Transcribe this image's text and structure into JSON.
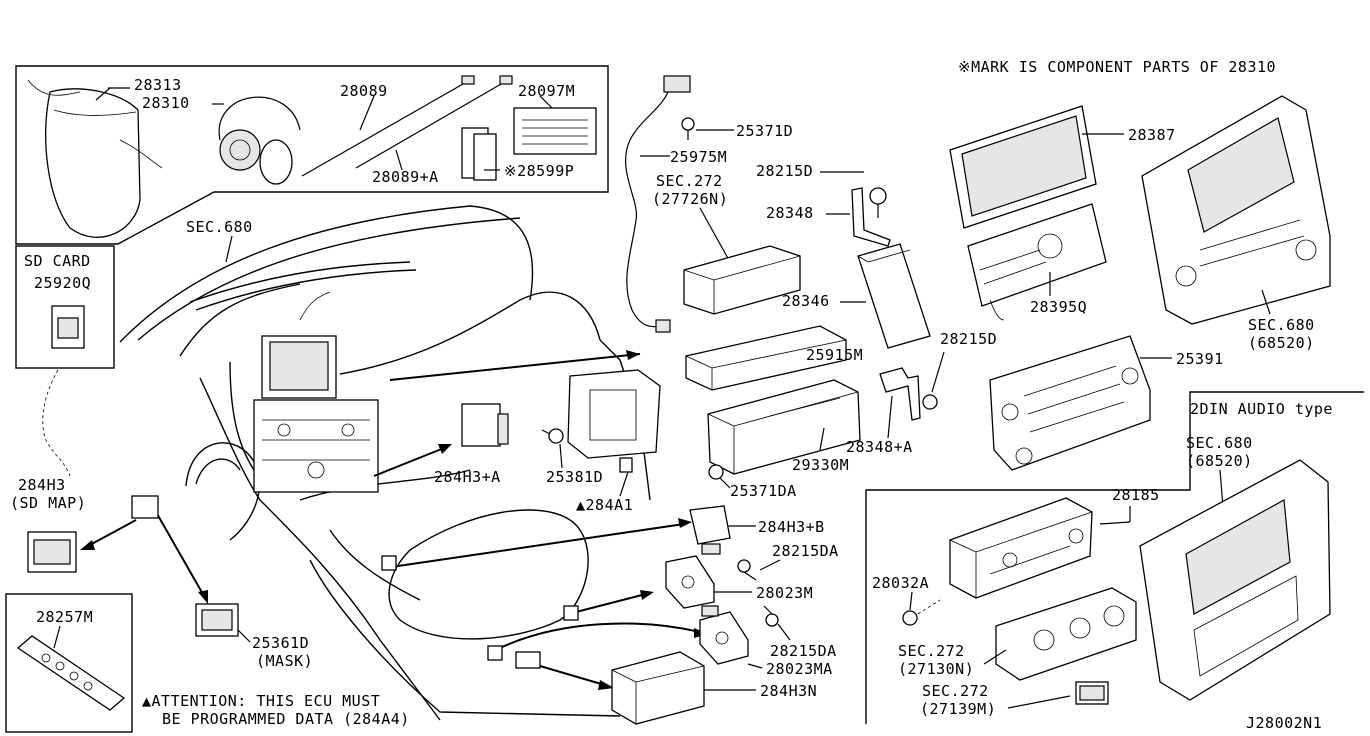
{
  "header_note": "※MARK IS COMPONENT PARTS OF 28310",
  "diagram_code": "J28002N1",
  "attention": {
    "line1": "▲ATTENTION: THIS ECU MUST",
    "line2": "BE PROGRAMMED DATA (284A4)"
  },
  "sd_card": {
    "title": "SD CARD",
    "part": "25920Q"
  },
  "two_din": {
    "title": "2DIN AUDIO type"
  },
  "labels": {
    "p28313": "28313",
    "p28310": "28310",
    "p28089": "28089",
    "p28089a": "28089+A",
    "p28097m": "28097M",
    "p28599p": "※28599P",
    "sec680_top": "SEC.680",
    "p25371d": "25371D",
    "p25975m": "25975M",
    "sec272_a": "SEC.272",
    "sec272_a_sub": "(27726N)",
    "p28215d_top": "28215D",
    "p28348": "28348",
    "p28346": "28346",
    "p25915m": "25915M",
    "p28215d_mid": "28215D",
    "p28387": "28387",
    "p28395q": "28395Q",
    "sec680_right": "SEC.680",
    "sec680_right_sub": "(68520)",
    "p25391": "25391",
    "p28348a": "28348+A",
    "p29330m": "29330M",
    "p25371da": "25371DA",
    "p284h3a": "284H3+A",
    "p25381d": "25381D",
    "p284a1": "▲284A1",
    "p284h3": "284H3",
    "p284h3_sub": "(SD MAP)",
    "p25361d": "25361D",
    "p25361d_sub": "(MASK)",
    "p28257m": "28257M",
    "p284h3b": "284H3+B",
    "p28215da_a": "28215DA",
    "p28023m": "28023M",
    "p28215da_b": "28215DA",
    "p28023ma": "28023MA",
    "p284h3n": "284H3N",
    "sec680_2din": "SEC.680",
    "sec680_2din_sub": "(68520)",
    "p28185": "28185",
    "p28032a": "28032A",
    "sec272_b": "SEC.272",
    "sec272_b_sub": "(27130N)",
    "sec272_c": "SEC.272",
    "sec272_c_sub": "(27139M)"
  }
}
